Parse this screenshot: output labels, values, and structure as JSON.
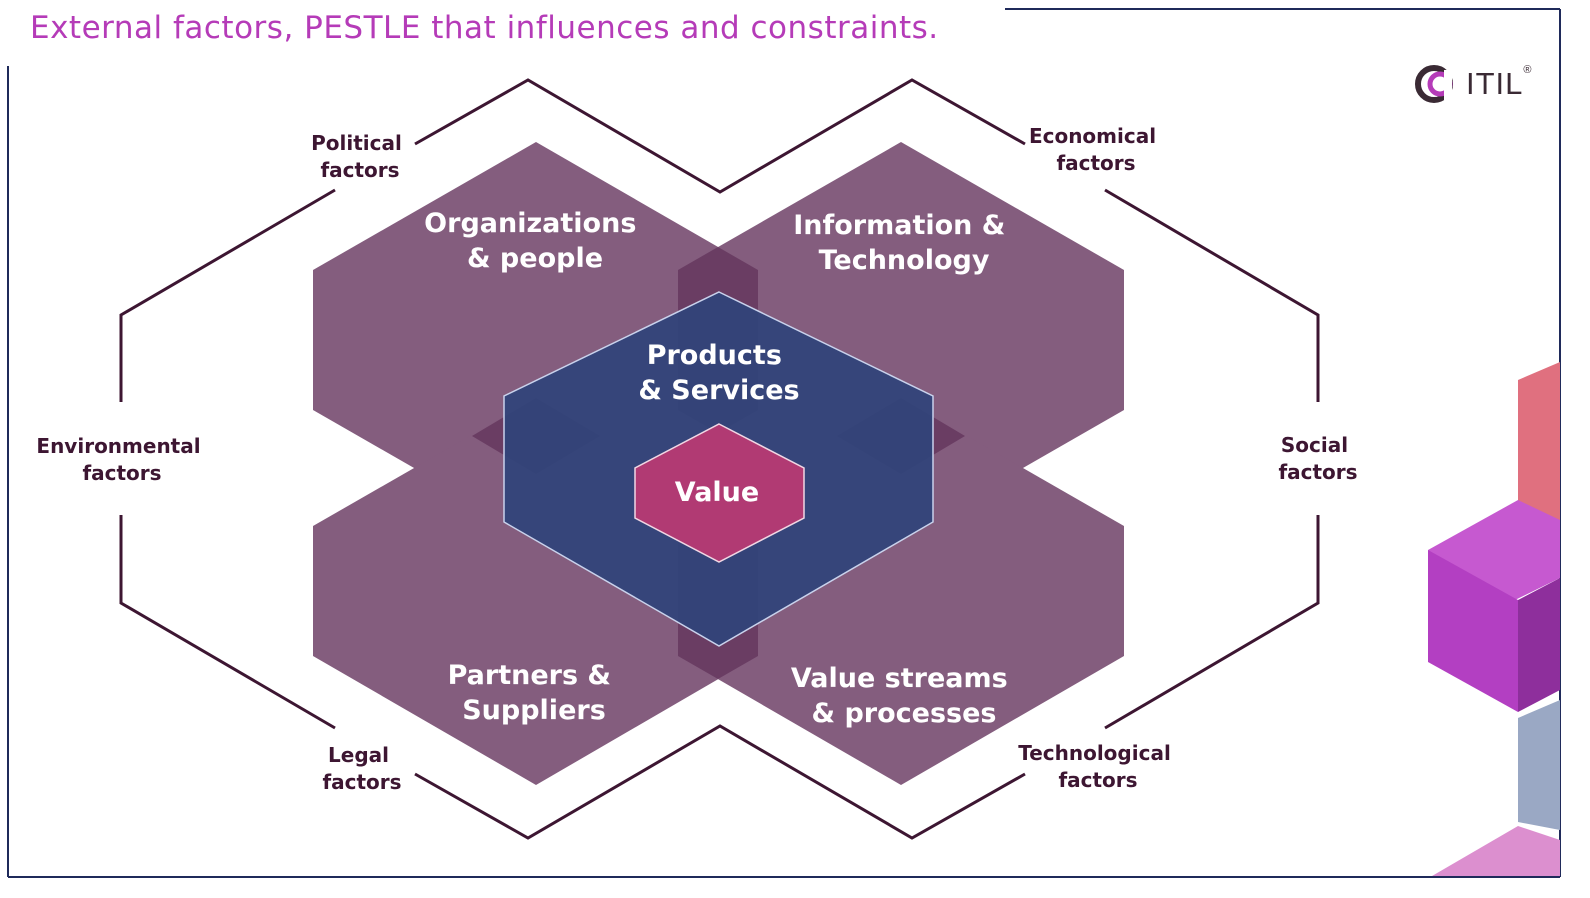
{
  "title": "External factors, PESTLE that influences and constraints.",
  "logo": {
    "wordmark": "ITIL",
    "mark": "®"
  },
  "factors": {
    "political": [
      "Political",
      "factors"
    ],
    "economical": [
      "Economical",
      "factors"
    ],
    "environmental": [
      "Environmental",
      "factors"
    ],
    "social": [
      "Social",
      "factors"
    ],
    "legal": [
      "Legal",
      "factors"
    ],
    "technological": [
      "Technological",
      "factors"
    ]
  },
  "dimensions": {
    "organizations_people": [
      "Organizations",
      "& people"
    ],
    "information_technology": [
      "Information &",
      "Technology"
    ],
    "partners_suppliers": [
      "Partners &",
      "Suppliers"
    ],
    "value_streams_processes": [
      "Value streams",
      "& processes"
    ]
  },
  "center": {
    "products_services": [
      "Products",
      "& Services"
    ],
    "value": "Value"
  },
  "colors": {
    "title": "#b53bb8",
    "outline": "#3d1632",
    "factor_text": "#3d1632",
    "dimension_hex": "#845d7e",
    "dimension_overlap": "#6a3d63",
    "products_hex": "#30447a",
    "value_hex": "#b13a73",
    "frame": "#1f2a5a",
    "hex_text": "#ffffff"
  }
}
